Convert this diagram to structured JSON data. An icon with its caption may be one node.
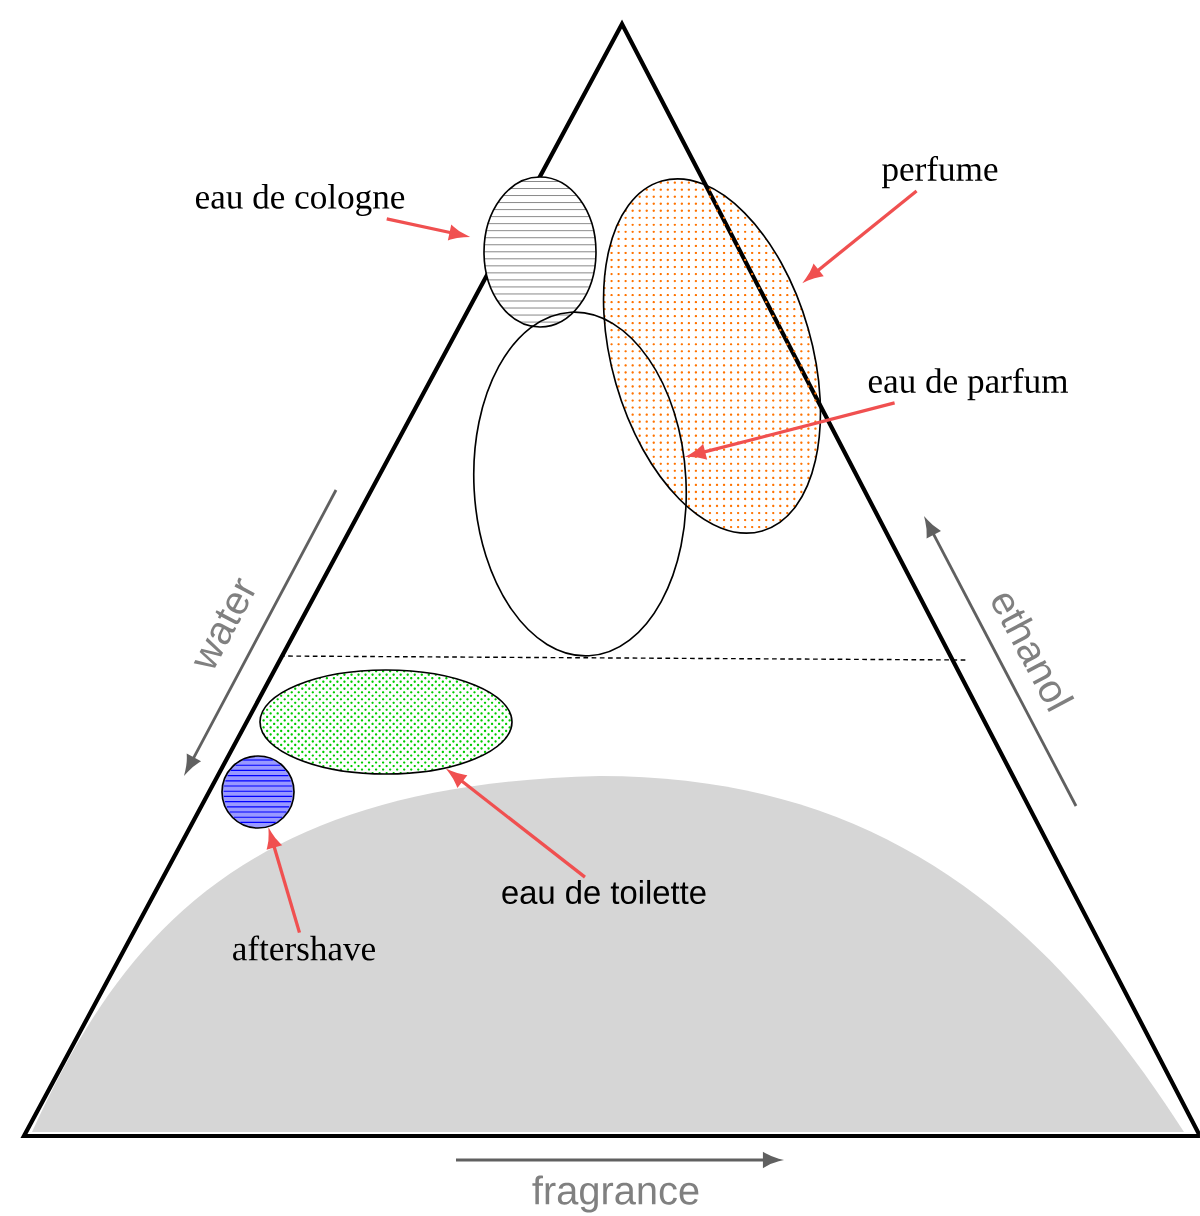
{
  "diagram": {
    "nodes": [
      {
        "text": [
          "eau de cologne"
        ]
      },
      {
        "text": [],
        "shape": "ellipse"
      },
      {
        "text": [
          "perfume"
        ]
      },
      {
        "text": [],
        "shape": "ellipse"
      },
      {
        "text": [
          "eau de parfum"
        ]
      },
      {
        "text": [],
        "shape": "ellipse"
      },
      {
        "text": [],
        "shape": "ellipse"
      },
      {
        "text": [
          "eau de toilette"
        ]
      },
      {
        "text": [],
        "shape": "circle"
      },
      {
        "text": [
          "aftershave"
        ]
      }
    ],
    "edges": [
      {
        "from": 0,
        "to": 1,
        "arrow": "to"
      },
      {
        "from": 2,
        "to": 3,
        "arrow": "to"
      },
      {
        "from": 4,
        "to": 5,
        "arrow": "to"
      },
      {
        "from": 7,
        "to": 6,
        "arrow": "to"
      },
      {
        "from": 9,
        "to": 8,
        "arrow": "to"
      }
    ],
    "labels": [
      "water",
      "ethanol",
      "fragrance"
    ]
  }
}
